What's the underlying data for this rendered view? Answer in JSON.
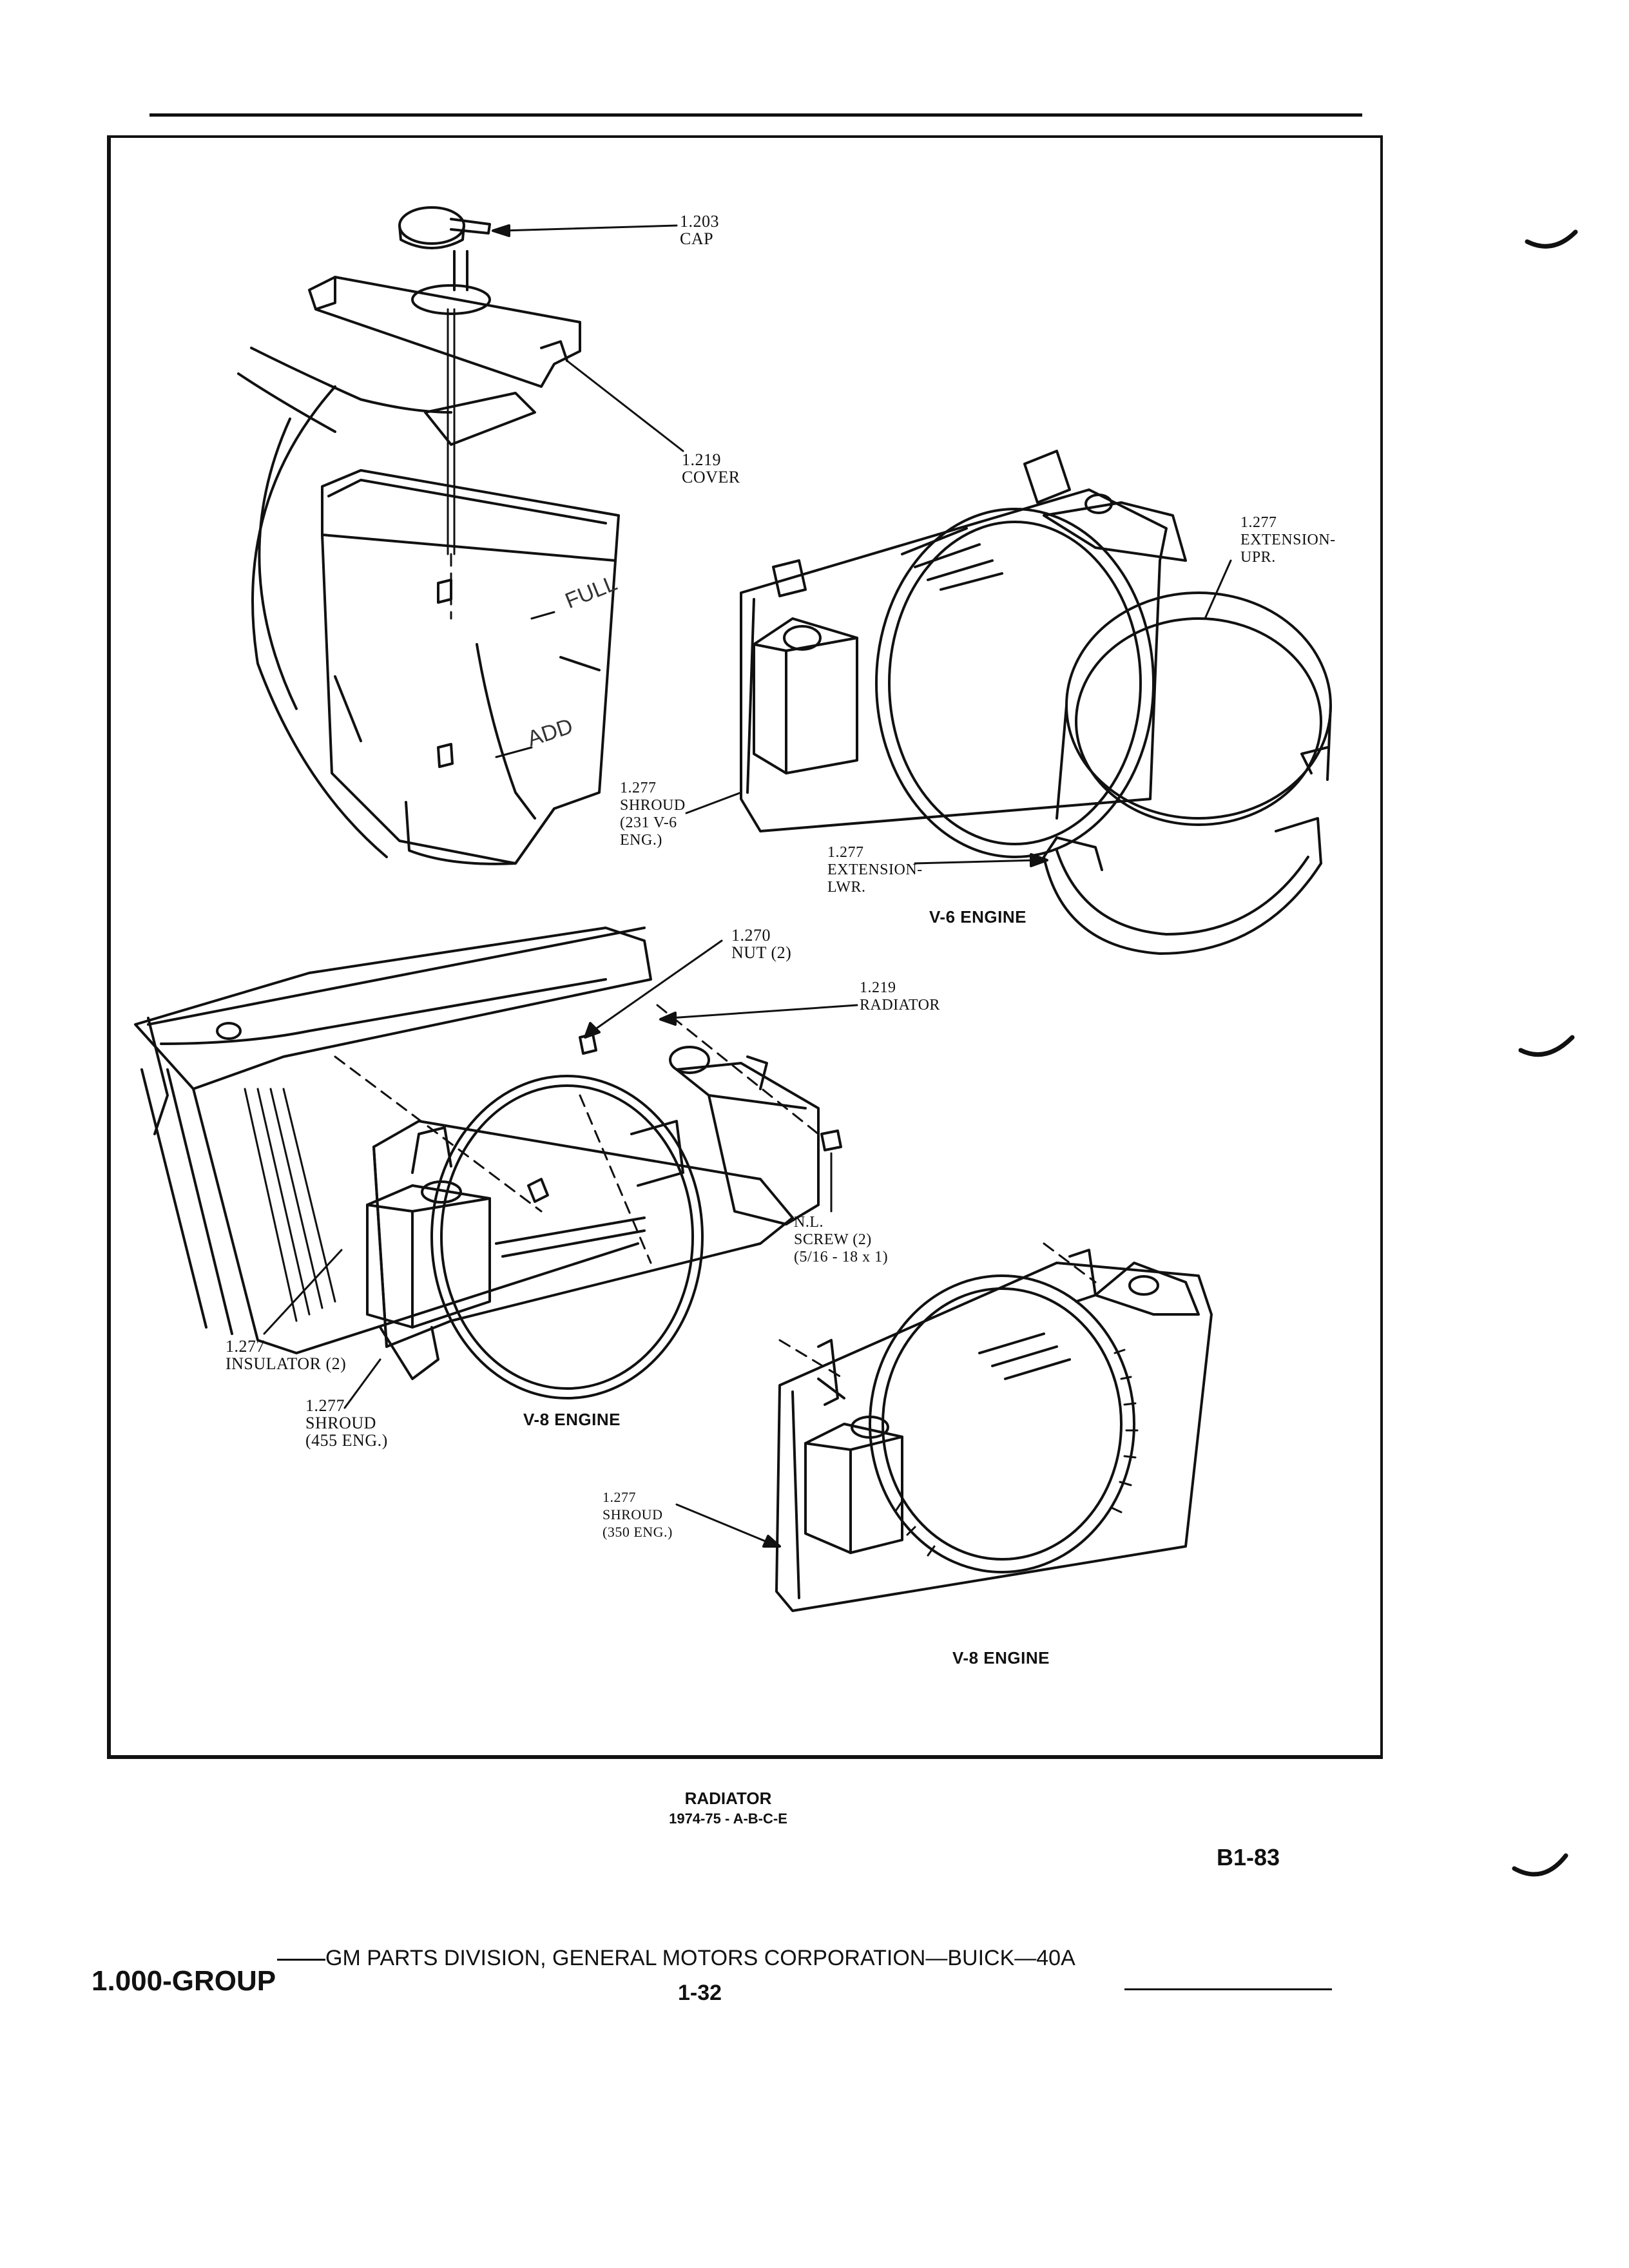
{
  "callouts": {
    "cap": {
      "num": "1.203",
      "name": "CAP"
    },
    "cover": {
      "num": "1.219",
      "name": "COVER"
    },
    "ext_upr": {
      "num": "1.277",
      "name1": "EXTENSION-",
      "name2": "UPR."
    },
    "shroud_231": {
      "num": "1.277",
      "name1": "SHROUD",
      "name2": "(231 V-6",
      "name3": "ENG.)"
    },
    "ext_lwr": {
      "num": "1.277",
      "name1": "EXTENSION-",
      "name2": "LWR."
    },
    "nut": {
      "num": "1.270",
      "name": "NUT (2)"
    },
    "radiator": {
      "num": "1.219",
      "name": "RADIATOR"
    },
    "screw": {
      "num": "N.L.",
      "name1": "SCREW (2)",
      "name2": "(5/16 - 18 x 1)"
    },
    "insulator": {
      "num": "1.277",
      "name": "INSULATOR (2)"
    },
    "shroud_455": {
      "num": "1.277",
      "name1": "SHROUD",
      "name2": "(455 ENG.)"
    },
    "shroud_350": {
      "num": "1.277",
      "name1": "SHROUD",
      "name2": "(350 ENG.)"
    }
  },
  "reservoir_marks": {
    "full": "FULL",
    "add": "ADD"
  },
  "engine_labels": {
    "v6": "V-6 ENGINE",
    "v8_left": "V-8 ENGINE",
    "v8_right": "V-8 ENGINE"
  },
  "caption": {
    "title": "RADIATOR",
    "subtitle": "1974-75 - A-B-C-E"
  },
  "code": "B1-83",
  "footer": {
    "group": "1.000-GROUP",
    "division": "GM PARTS DIVISION, GENERAL MOTORS CORPORATION—BUICK—40A",
    "page": "1-32"
  }
}
